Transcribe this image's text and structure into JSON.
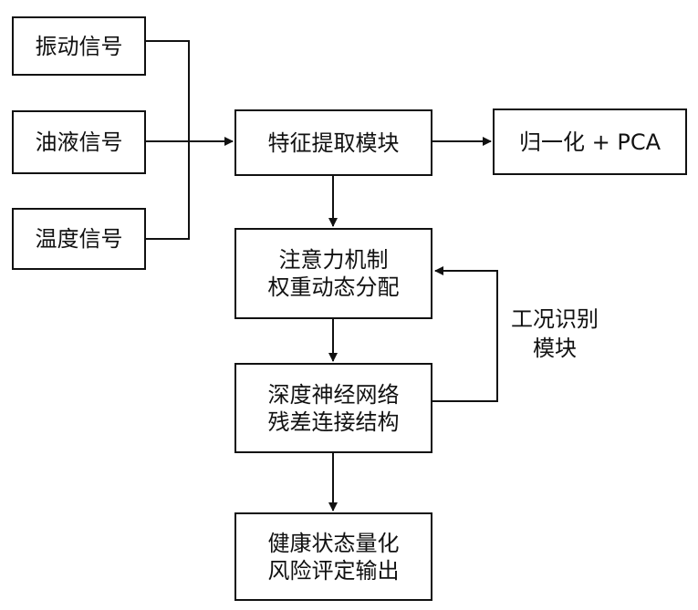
{
  "inputs": {
    "vibration": "振动信号",
    "oil": "油液信号",
    "temperature": "温度信号"
  },
  "feature_module": "特征提取模块",
  "normalize_pca": "归一化 + PCA",
  "attention": {
    "line1": "注意力机制",
    "line2": "权重动态分配"
  },
  "deep_network": {
    "line1": "深度神经网络",
    "line2": "残差连接结构"
  },
  "output": {
    "line1": "健康状态量化",
    "line2": "风险评定输出"
  },
  "condition_module": {
    "line1": "工况识别",
    "line2": "模块"
  },
  "colors": {
    "stroke": "#111111",
    "background": "#ffffff"
  }
}
